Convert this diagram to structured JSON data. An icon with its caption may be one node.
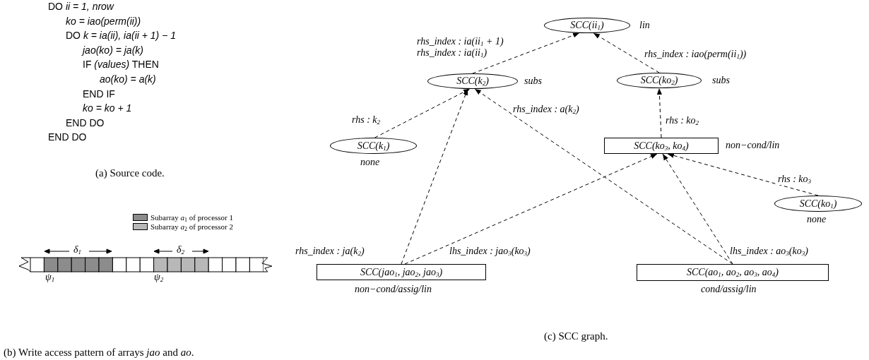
{
  "diagram": {
    "nodes": [
      {
        "text": [
          "SCC(ii$_{1}$)"
        ],
        "beside": [
          "lin"
        ]
      },
      {
        "text": [
          "SCC(k$_{2}$)"
        ],
        "beside": [
          "subs"
        ]
      },
      {
        "text": [
          "SCC(ko$_{2}$)"
        ],
        "beside": [
          "subs"
        ]
      },
      {
        "text": [
          "SCC(k$_{1}$)"
        ],
        "beside": [
          "none"
        ]
      },
      {
        "text": [
          "SCC(ko$_{3}$, ko$_{4}$)"
        ],
        "beside": [
          "non−cond/lin"
        ]
      },
      {
        "text": [
          "SCC(ko$_{1}$)"
        ],
        "beside": [
          "none"
        ]
      },
      {
        "text": [
          "SCC(jao$_{1}$, jao$_{2}$, jao$_{3}$)"
        ],
        "beside": [
          "non−cond/assig/lin"
        ]
      },
      {
        "text": [
          "SCC(ao$_{1}$, ao$_{2}$, ao$_{3}$, ao$_{4}$)"
        ],
        "beside": [
          "cond/assig/lin"
        ]
      }
    ],
    "edges": [
      {
        "from": 1,
        "to": 0,
        "arrow": "to",
        "label": "rhs_index : ia(ii$_{1}$ + 1) rhs_index : ia(ii$_{1}$)"
      },
      {
        "from": 2,
        "to": 0,
        "arrow": "to",
        "label": "rhs_index : iao(perm(ii$_{1}$))"
      },
      {
        "from": 3,
        "to": 1,
        "arrow": "to",
        "label": "rhs : k$_{2}$"
      },
      {
        "from": 6,
        "to": 1,
        "arrow": "to",
        "label": "rhs_index : ja(k$_{2}$)"
      },
      {
        "from": 7,
        "to": 1,
        "arrow": "to",
        "label": "rhs_index : a(k$_{2}$)"
      },
      {
        "from": 4,
        "to": 2,
        "arrow": "to",
        "label": "rhs : ko$_{2}$"
      },
      {
        "from": 5,
        "to": 4,
        "arrow": "to",
        "label": "rhs : ko$_{3}$"
      },
      {
        "from": 6,
        "to": 4,
        "arrow": "to",
        "label": "lhs_index : jao$_{3}$(ko$_{3}$)"
      },
      {
        "from": 7,
        "to": 4,
        "arrow": "to",
        "label": "lhs_index : ao$_{3}$(ko$_{3}$)"
      }
    ],
    "labels": [
      "DO *ii = 1, nrow*",
      "*ko = iao(perm(ii))*",
      "DO *k = ia(ii), ia(ii + 1) − 1*",
      "*jao(ko) = ja(k)*",
      "IF *(values)* THEN",
      "*ao(ko) = a(k)*",
      "END IF",
      "*ko = ko + 1*",
      "END DO",
      "END DO",
      "(a) Source code.",
      "δ$_{1}$",
      "δ$_{2}$",
      "ψ$_{1}$",
      "ψ$_{2}$",
      "(b) Write access pattern of arrays *jao* and *ao*.",
      "(c) SCC graph."
    ],
    "legend": [
      {
        "text": "Subarray *a*$_{1}$ of processor 1",
        "color": "#8c8c8c"
      },
      {
        "text": "Subarray *a*$_{2}$ of processor 2",
        "color": "#b8b8b8"
      }
    ]
  }
}
